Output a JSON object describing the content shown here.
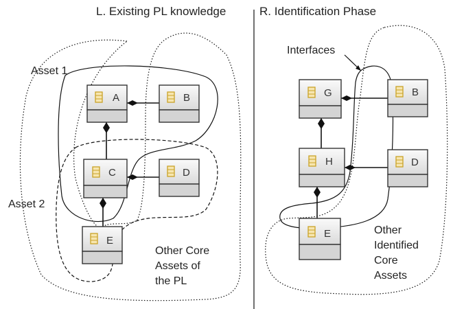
{
  "left_panel": {
    "title": "L.  Existing PL knowledge",
    "asset1_label": "Asset 1",
    "asset2_label": "Asset 2",
    "other_label": [
      "Other Core",
      "Assets of",
      "the PL"
    ],
    "boxes": {
      "a": "A",
      "b": "B",
      "c": "C",
      "d": "D",
      "e": "E"
    }
  },
  "right_panel": {
    "title": "R.  Identification Phase",
    "interfaces_label": "Interfaces",
    "other_label": [
      "Other",
      "Identified",
      "Core",
      "Assets"
    ],
    "boxes": {
      "g": "G",
      "b": "B",
      "h": "H",
      "d": "D",
      "e": "E"
    }
  },
  "colors": {
    "box_icon": "#c9a227",
    "box_fill_top": "#f4f4f4",
    "box_fill_bottom": "#d4d4d4",
    "line": "#111111"
  }
}
